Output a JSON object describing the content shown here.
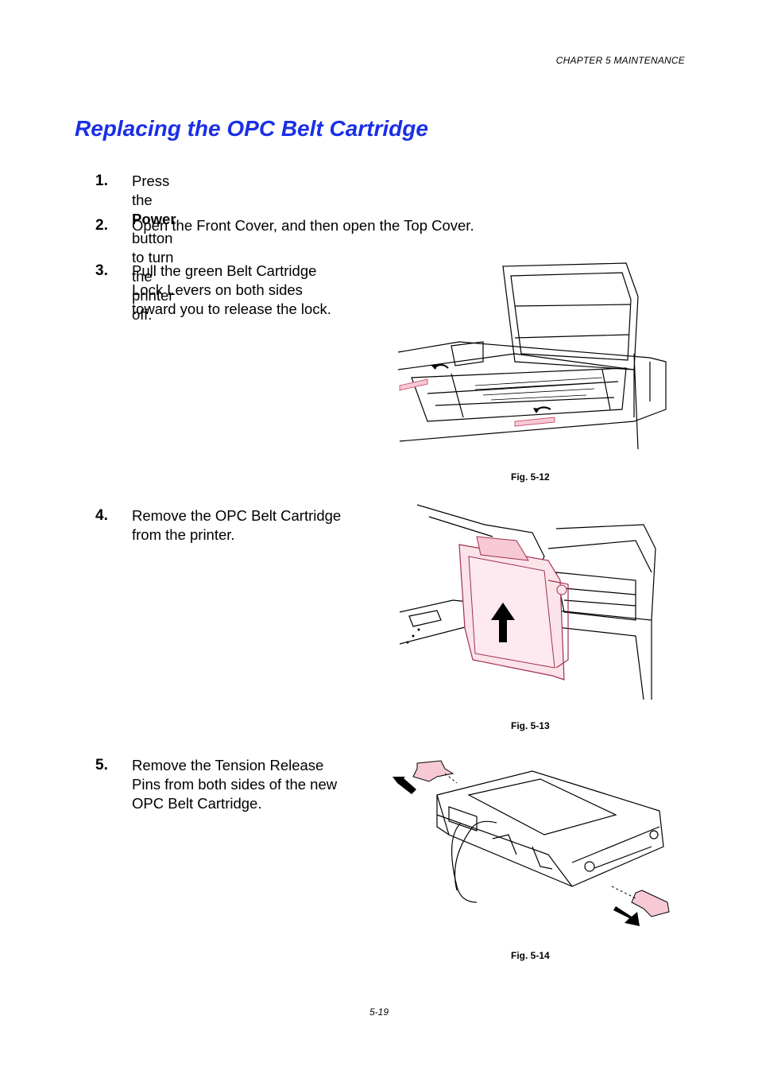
{
  "header": {
    "chapter": "CHAPTER 5 MAINTENANCE"
  },
  "title": "Replacing the OPC Belt Cartridge",
  "steps": [
    {
      "num": "1.",
      "pre": "Press the ",
      "bold": "Power",
      "post": " button to turn the printer off."
    },
    {
      "num": "2.",
      "lines": [
        "Open the Front Cover, and then open the Top Cover."
      ]
    },
    {
      "num": "3.",
      "lines": [
        "Pull the green Belt Cartridge",
        "Lock Levers on both sides",
        "toward you to release the lock."
      ]
    },
    {
      "num": "4.",
      "lines": [
        "Remove the OPC Belt Cartridge",
        "from the printer."
      ]
    },
    {
      "num": "5.",
      "lines": [
        "Remove the Tension Release",
        "Pins from both sides of the new",
        "OPC Belt Cartridge."
      ]
    }
  ],
  "figures": [
    {
      "caption": "Fig. 5-12"
    },
    {
      "caption": "Fig. 5-13"
    },
    {
      "caption": "Fig. 5-14"
    }
  ],
  "footer": {
    "page": "5-19"
  },
  "colors": {
    "title": "#1a2fe6",
    "highlight": "#f7c9d4"
  }
}
